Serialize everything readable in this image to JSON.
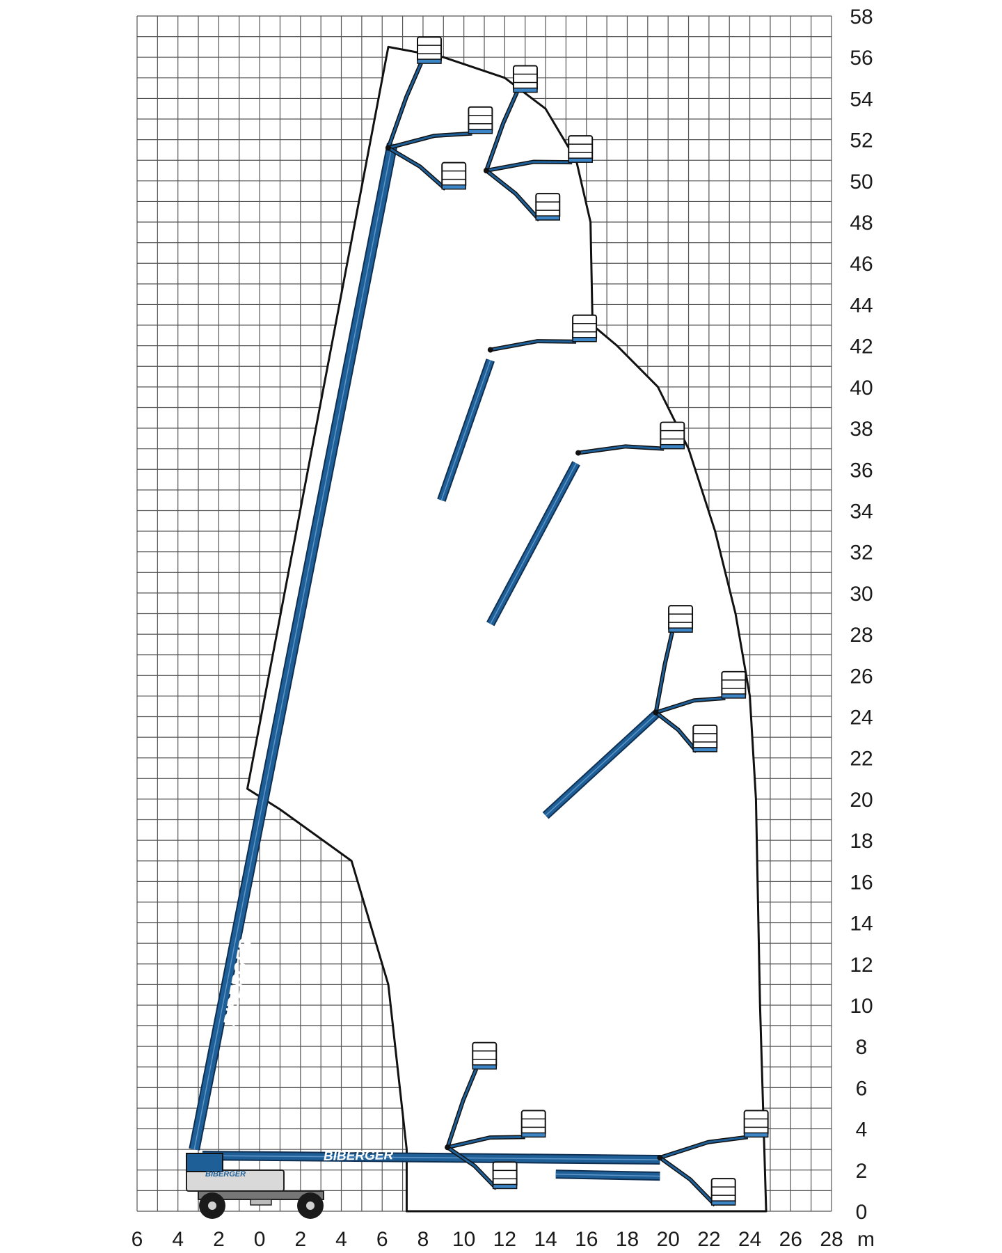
{
  "diagram": {
    "unit_label": "m",
    "x_axis": {
      "tick_labels": [
        "6",
        "4",
        "2",
        "0",
        "2",
        "4",
        "6",
        "8",
        "10",
        "12",
        "14",
        "16",
        "18",
        "20",
        "22",
        "24",
        "26",
        "28"
      ],
      "range_m": [
        -6,
        28
      ],
      "grid_step_m": 1
    },
    "y_axis": {
      "tick_labels": [
        "0",
        "2",
        "4",
        "6",
        "8",
        "10",
        "12",
        "14",
        "16",
        "18",
        "20",
        "22",
        "24",
        "26",
        "28",
        "30",
        "32",
        "34",
        "36",
        "38",
        "40",
        "42",
        "44",
        "46",
        "48",
        "50",
        "52",
        "54",
        "56",
        "58"
      ],
      "range_m": [
        0,
        58
      ],
      "grid_step_m": 1
    },
    "brand": {
      "boom_text": "BIBERGER",
      "base_text": "BIBERGER",
      "chassis_text": "BIBERGER"
    },
    "colors": {
      "boom": "#1f5f97",
      "boom_dark": "#0e2f52",
      "grid": "#555555",
      "envelope": "#111111",
      "platform_blue": "#3c86c8"
    },
    "working_envelope_m": [
      [
        7.2,
        0
      ],
      [
        7.2,
        3
      ],
      [
        6.3,
        11
      ],
      [
        4.5,
        17
      ],
      [
        1,
        19.5
      ],
      [
        -0.6,
        20.5
      ],
      [
        6.3,
        56.5
      ],
      [
        9,
        56
      ],
      [
        12,
        55
      ],
      [
        14,
        53.5
      ],
      [
        15.5,
        51
      ],
      [
        16.2,
        48
      ],
      [
        16.3,
        43
      ],
      [
        17.5,
        42
      ],
      [
        19.5,
        40
      ],
      [
        21,
        37
      ],
      [
        22.3,
        33
      ],
      [
        23.3,
        29
      ],
      [
        24,
        25
      ],
      [
        24.3,
        20
      ],
      [
        24.5,
        10
      ],
      [
        24.8,
        0
      ]
    ],
    "main_boom_vertical_m": {
      "base": [
        -3.2,
        3.0
      ],
      "tip": [
        6.5,
        51.8
      ]
    },
    "main_boom_horizontal_m": {
      "base": [
        -2.8,
        2.7
      ],
      "tip": [
        19.6,
        2.5
      ]
    },
    "inclined_booms_m": [
      {
        "base": [
          8.9,
          34.5
        ],
        "tip": [
          11.3,
          41.3
        ]
      },
      {
        "base": [
          11.3,
          28.5
        ],
        "tip": [
          15.5,
          36.3
        ]
      },
      {
        "base": [
          14,
          19.2
        ],
        "tip": [
          19.5,
          24.2
        ]
      },
      {
        "base": [
          14.5,
          1.8
        ],
        "tip": [
          19.6,
          1.7
        ]
      }
    ],
    "jib_positions_m": [
      {
        "pivot": [
          6.3,
          51.6
        ],
        "platform": [
          7.9,
          55.7
        ]
      },
      {
        "pivot": [
          6.3,
          51.6
        ],
        "platform": [
          10.4,
          52.3
        ]
      },
      {
        "pivot": [
          6.3,
          51.6
        ],
        "platform": [
          9.1,
          49.6
        ]
      },
      {
        "pivot": [
          11.1,
          50.5
        ],
        "platform": [
          12.6,
          54.3
        ]
      },
      {
        "pivot": [
          11.1,
          50.5
        ],
        "platform": [
          15.3,
          50.9
        ]
      },
      {
        "pivot": [
          11.1,
          50.5
        ],
        "platform": [
          13.7,
          48.1
        ]
      },
      {
        "pivot": [
          11.3,
          41.8
        ],
        "platform": [
          15.5,
          42.2
        ]
      },
      {
        "pivot": [
          15.6,
          36.8
        ],
        "platform": [
          19.8,
          37.0
        ]
      },
      {
        "pivot": [
          19.4,
          24.2
        ],
        "platform": [
          20.2,
          28.1
        ]
      },
      {
        "pivot": [
          19.4,
          24.2
        ],
        "platform": [
          22.8,
          24.9
        ]
      },
      {
        "pivot": [
          19.4,
          24.2
        ],
        "platform": [
          21.4,
          22.3
        ]
      },
      {
        "pivot": [
          9.2,
          3.1
        ],
        "platform": [
          10.6,
          6.9
        ]
      },
      {
        "pivot": [
          9.2,
          3.1
        ],
        "platform": [
          13.0,
          3.6
        ]
      },
      {
        "pivot": [
          9.2,
          3.1
        ],
        "platform": [
          11.6,
          1.1
        ]
      },
      {
        "pivot": [
          19.6,
          2.6
        ],
        "platform": [
          23.9,
          3.6
        ]
      },
      {
        "pivot": [
          19.6,
          2.6
        ],
        "platform": [
          22.3,
          0.3
        ]
      }
    ]
  }
}
